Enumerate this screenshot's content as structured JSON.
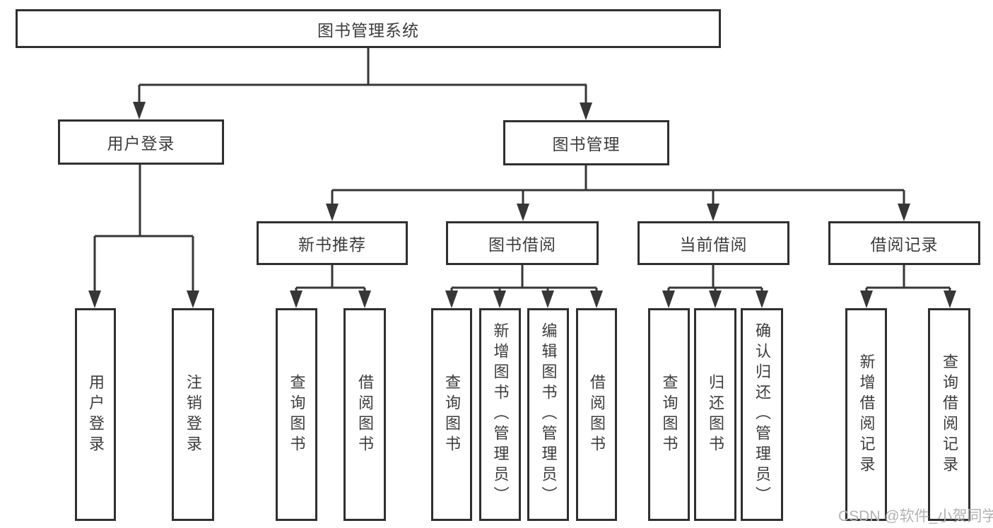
{
  "tree": {
    "root": {
      "label": "图书管理系统"
    },
    "branches": [
      {
        "label": "用户登录",
        "children": [
          {
            "label": "用户登录"
          },
          {
            "label": "注销登录"
          }
        ]
      },
      {
        "label": "图书管理",
        "children": [
          {
            "label": "新书推荐",
            "children": [
              {
                "label": "查询图书"
              },
              {
                "label": "借阅图书"
              }
            ]
          },
          {
            "label": "图书借阅",
            "children": [
              {
                "label": "查询图书"
              },
              {
                "label": "新增图书（管理员）"
              },
              {
                "label": "编辑图书（管理员）"
              },
              {
                "label": "借阅图书"
              }
            ]
          },
          {
            "label": "当前借阅",
            "children": [
              {
                "label": "查询图书"
              },
              {
                "label": "归还图书"
              },
              {
                "label": "确认归还（管理员）"
              }
            ]
          },
          {
            "label": "借阅记录",
            "children": [
              {
                "label": "新增借阅记录"
              },
              {
                "label": "查询借阅记录"
              }
            ]
          }
        ]
      }
    ]
  },
  "watermark": {
    "text": "CSDN @软件_小贺同学"
  },
  "colors": {
    "box_border": "#2f2f2f",
    "connector_line": "#363636",
    "text": "#3c3c3c",
    "watermark": "#b2b2b2",
    "background": "#ffffff"
  }
}
